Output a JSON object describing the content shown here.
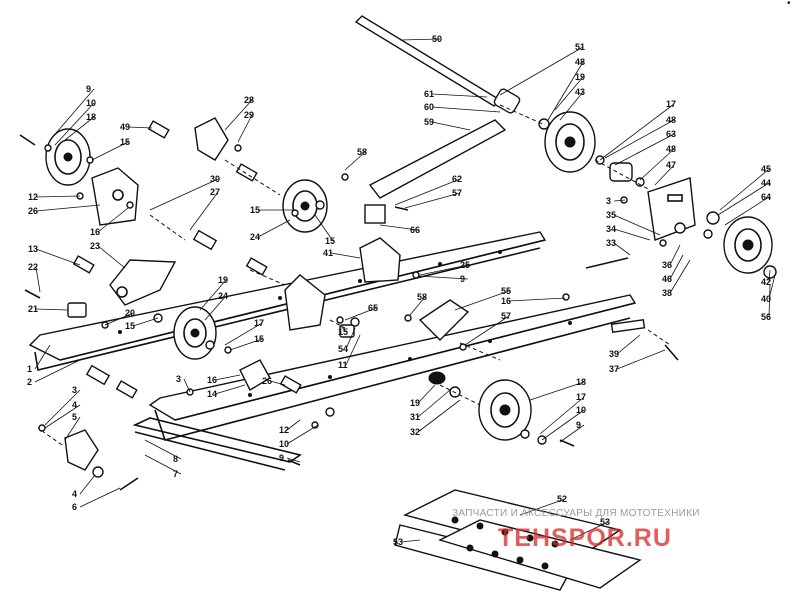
{
  "diagram": {
    "watermark_text": "ЗАПЧАСТИ И АКСЕССУАРЫ ДЛЯ МОТОТЕХНИКИ",
    "watermark_logo": "TEHSPOR.RU",
    "corner_mark": "•",
    "callouts": [
      {
        "id": "c50",
        "text": "50"
      },
      {
        "id": "c51",
        "text": "51"
      },
      {
        "id": "c48a",
        "text": "48"
      },
      {
        "id": "c19a",
        "text": "19"
      },
      {
        "id": "c43",
        "text": "43"
      },
      {
        "id": "c61",
        "text": "61"
      },
      {
        "id": "c60",
        "text": "60"
      },
      {
        "id": "c59",
        "text": "59"
      },
      {
        "id": "c17a",
        "text": "17"
      },
      {
        "id": "c48b",
        "text": "48"
      },
      {
        "id": "c63",
        "text": "63"
      },
      {
        "id": "c48c",
        "text": "48"
      },
      {
        "id": "c47",
        "text": "47"
      },
      {
        "id": "c58a",
        "text": "58"
      },
      {
        "id": "c62",
        "text": "62"
      },
      {
        "id": "c57a",
        "text": "57"
      },
      {
        "id": "c66",
        "text": "66"
      },
      {
        "id": "c9a",
        "text": "9"
      },
      {
        "id": "c10a",
        "text": "10"
      },
      {
        "id": "c18a",
        "text": "18"
      },
      {
        "id": "c15a",
        "text": "15"
      },
      {
        "id": "c28",
        "text": "28"
      },
      {
        "id": "c29",
        "text": "29"
      },
      {
        "id": "c49",
        "text": "49"
      },
      {
        "id": "c30",
        "text": "30"
      },
      {
        "id": "c27",
        "text": "27"
      },
      {
        "id": "c12a",
        "text": "12"
      },
      {
        "id": "c26a",
        "text": "26"
      },
      {
        "id": "c16a",
        "text": "16"
      },
      {
        "id": "c23",
        "text": "23"
      },
      {
        "id": "c13",
        "text": "13"
      },
      {
        "id": "c22",
        "text": "22"
      },
      {
        "id": "c21",
        "text": "21"
      },
      {
        "id": "c20",
        "text": "20"
      },
      {
        "id": "c15b",
        "text": "15"
      },
      {
        "id": "c24a",
        "text": "24"
      },
      {
        "id": "c15c",
        "text": "15"
      },
      {
        "id": "c15d",
        "text": "15"
      },
      {
        "id": "c24b",
        "text": "24"
      },
      {
        "id": "c19b",
        "text": "19"
      },
      {
        "id": "c41",
        "text": "41"
      },
      {
        "id": "c25",
        "text": "25"
      },
      {
        "id": "c9b",
        "text": "9"
      },
      {
        "id": "c3a",
        "text": "3"
      },
      {
        "id": "c35",
        "text": "35"
      },
      {
        "id": "c34",
        "text": "34"
      },
      {
        "id": "c33",
        "text": "33"
      },
      {
        "id": "c45",
        "text": "45"
      },
      {
        "id": "c44",
        "text": "44"
      },
      {
        "id": "c64",
        "text": "64"
      },
      {
        "id": "c36",
        "text": "36"
      },
      {
        "id": "c46",
        "text": "46"
      },
      {
        "id": "c38",
        "text": "38"
      },
      {
        "id": "c42",
        "text": "42"
      },
      {
        "id": "c40",
        "text": "40"
      },
      {
        "id": "c56",
        "text": "56"
      },
      {
        "id": "c58b",
        "text": "58"
      },
      {
        "id": "c55",
        "text": "55"
      },
      {
        "id": "c16b",
        "text": "16"
      },
      {
        "id": "c57b",
        "text": "57"
      },
      {
        "id": "c65",
        "text": "65"
      },
      {
        "id": "c15e",
        "text": "15"
      },
      {
        "id": "c54",
        "text": "54"
      },
      {
        "id": "c11",
        "text": "11"
      },
      {
        "id": "c17b",
        "text": "17"
      },
      {
        "id": "c15f",
        "text": "15"
      },
      {
        "id": "c1",
        "text": "1"
      },
      {
        "id": "c2",
        "text": "2"
      },
      {
        "id": "c3b",
        "text": "3"
      },
      {
        "id": "c16c",
        "text": "16"
      },
      {
        "id": "c14",
        "text": "14"
      },
      {
        "id": "c26b",
        "text": "26"
      },
      {
        "id": "c39",
        "text": "39"
      },
      {
        "id": "c37",
        "text": "37"
      },
      {
        "id": "c18b",
        "text": "18"
      },
      {
        "id": "c17c",
        "text": "17"
      },
      {
        "id": "c10b",
        "text": "10"
      },
      {
        "id": "c9c",
        "text": "9"
      },
      {
        "id": "c19c",
        "text": "19"
      },
      {
        "id": "c31",
        "text": "31"
      },
      {
        "id": "c32",
        "text": "32"
      },
      {
        "id": "c12b",
        "text": "12"
      },
      {
        "id": "c10c",
        "text": "10"
      },
      {
        "id": "c9d",
        "text": "9"
      },
      {
        "id": "c3c",
        "text": "3"
      },
      {
        "id": "c4a",
        "text": "4"
      },
      {
        "id": "c5",
        "text": "5"
      },
      {
        "id": "c4b",
        "text": "4"
      },
      {
        "id": "c6",
        "text": "6"
      },
      {
        "id": "c8",
        "text": "8"
      },
      {
        "id": "c7",
        "text": "7"
      },
      {
        "id": "c52",
        "text": "52"
      },
      {
        "id": "c53a",
        "text": "53"
      },
      {
        "id": "c53b",
        "text": "53"
      }
    ]
  }
}
